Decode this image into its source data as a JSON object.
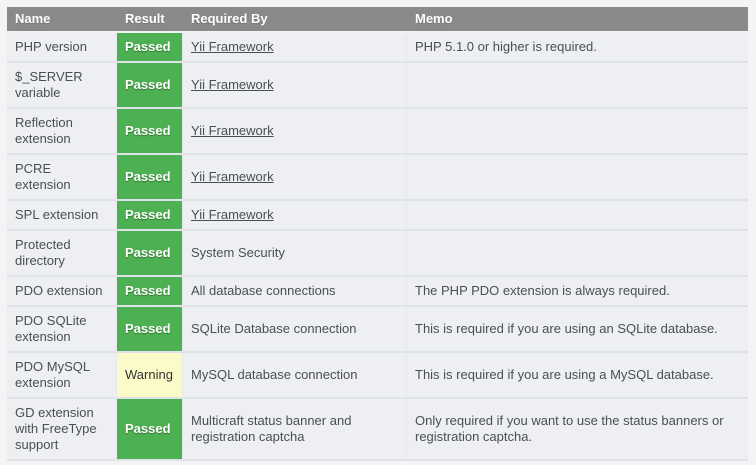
{
  "theme": {
    "page_bg": "#f4f4f5",
    "row_bg": "#edeff2",
    "header_bg": "#8a8a8a",
    "text_color": "#4b4e53",
    "passed_color": "#4db052",
    "warning_bg": "#fbfbca",
    "warning_text": "#333333"
  },
  "table": {
    "columns": [
      "Name",
      "Result",
      "Required By",
      "Memo"
    ],
    "rows": [
      {
        "name": "PHP version",
        "result": "Passed",
        "result_type": "passed",
        "required_by": "Yii Framework",
        "required_by_is_link": true,
        "memo": "PHP 5.1.0 or higher is required."
      },
      {
        "name": "$_SERVER variable",
        "result": "Passed",
        "result_type": "passed",
        "required_by": "Yii Framework",
        "required_by_is_link": true,
        "memo": ""
      },
      {
        "name": "Reflection extension",
        "result": "Passed",
        "result_type": "passed",
        "required_by": "Yii Framework",
        "required_by_is_link": true,
        "memo": ""
      },
      {
        "name": "PCRE extension",
        "result": "Passed",
        "result_type": "passed",
        "required_by": "Yii Framework",
        "required_by_is_link": true,
        "memo": ""
      },
      {
        "name": "SPL extension",
        "result": "Passed",
        "result_type": "passed",
        "required_by": "Yii Framework",
        "required_by_is_link": true,
        "memo": ""
      },
      {
        "name": "Protected directory",
        "result": "Passed",
        "result_type": "passed",
        "required_by": "System Security",
        "required_by_is_link": false,
        "memo": ""
      },
      {
        "name": "PDO extension",
        "result": "Passed",
        "result_type": "passed",
        "required_by": "All database connections",
        "required_by_is_link": false,
        "memo": "The PHP PDO extension is always required."
      },
      {
        "name": "PDO SQLite extension",
        "result": "Passed",
        "result_type": "passed",
        "required_by": "SQLite Database connection",
        "required_by_is_link": false,
        "memo": "This is required if you are using an SQLite database."
      },
      {
        "name": "PDO MySQL extension",
        "result": "Warning",
        "result_type": "warning",
        "required_by": "MySQL database connection",
        "required_by_is_link": false,
        "memo": "This is required if you are using a MySQL database."
      },
      {
        "name": "GD extension with FreeType support",
        "result": "Passed",
        "result_type": "passed",
        "required_by": "Multicraft status banner and registration captcha",
        "required_by_is_link": false,
        "memo": "Only required if you want to use the status banners or registration captcha."
      }
    ]
  }
}
